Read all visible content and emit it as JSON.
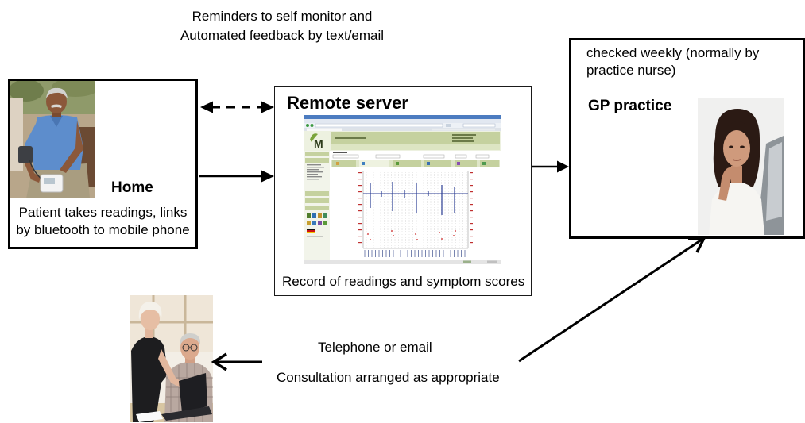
{
  "diagram": {
    "reminder_note": {
      "line1": "Reminders to self monitor and",
      "line2": "Automated feedback by text/email"
    },
    "home": {
      "title": "Home",
      "description_line1": "Patient takes readings, links",
      "description_line2": "by bluetooth to mobile phone"
    },
    "remote_server": {
      "title": "Remote server",
      "caption": "Record of readings and symptom scores",
      "screenshot_logo": "M"
    },
    "gp_practice": {
      "note_line1": "checked weekly (normally by",
      "note_line2": "practice nurse)",
      "title": "GP practice"
    },
    "patient_contact": {
      "line1": "Telephone or email",
      "line2": "Consultation arranged as appropriate"
    }
  }
}
